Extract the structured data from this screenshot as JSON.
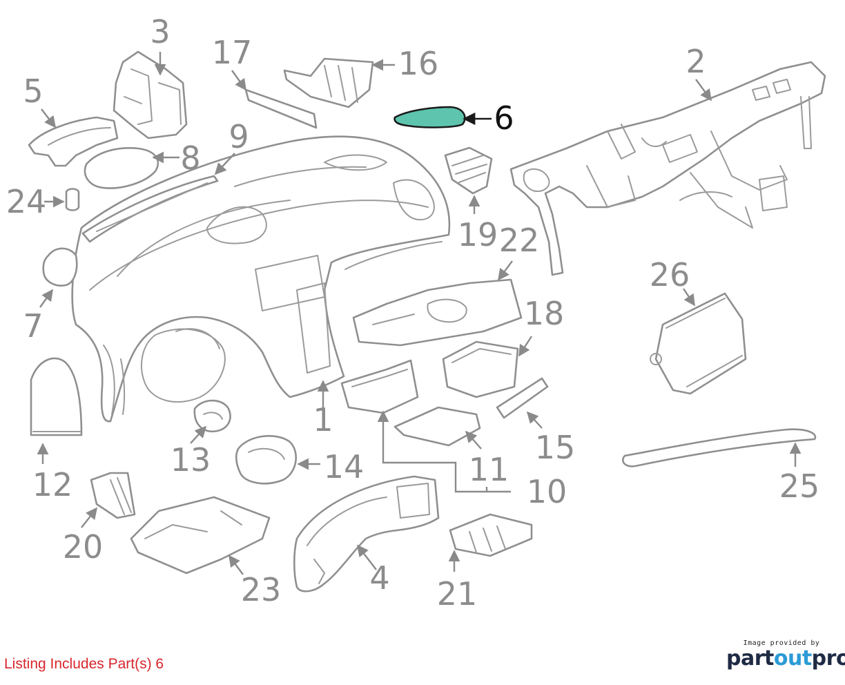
{
  "diagram": {
    "highlight_color": "#5ec4ae",
    "callouts": {
      "c1": "1",
      "c2": "2",
      "c3": "3",
      "c4": "4",
      "c5": "5",
      "c6": "6",
      "c7": "7",
      "c8": "8",
      "c9": "9",
      "c10": "10",
      "c11": "11",
      "c12": "12",
      "c13": "13",
      "c14": "14",
      "c15": "15",
      "c16": "16",
      "c17": "17",
      "c18": "18",
      "c19": "19",
      "c20": "20",
      "c21": "21",
      "c22": "22",
      "c23": "23",
      "c24": "24",
      "c25": "25",
      "c26": "26"
    }
  },
  "footer": {
    "listing_note": "Listing Includes Part(s) 6",
    "credit_caption": "Image provided by",
    "logo_part1": "part",
    "logo_part2": "out",
    "logo_part3": "pro"
  }
}
